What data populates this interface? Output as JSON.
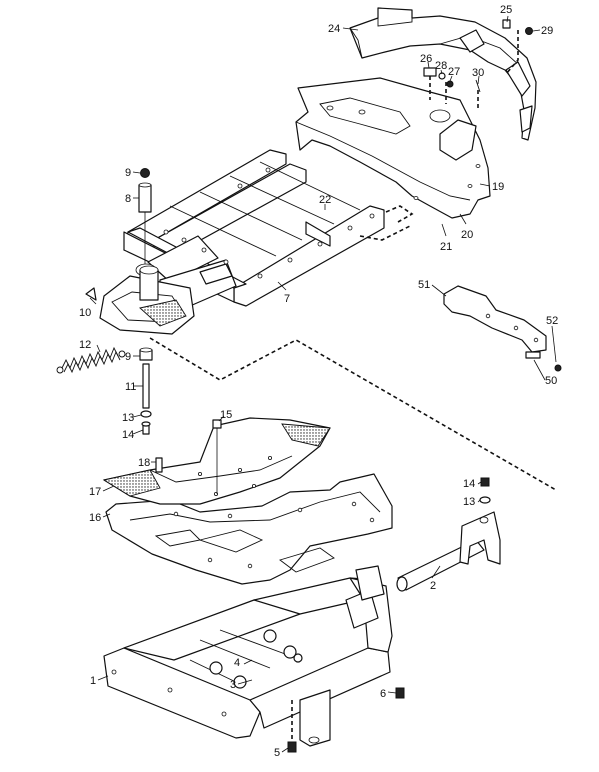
{
  "diagram": {
    "callouts": [
      {
        "id": "c24",
        "label": "24"
      },
      {
        "id": "c25",
        "label": "25"
      },
      {
        "id": "c29",
        "label": "29"
      },
      {
        "id": "c26",
        "label": "26"
      },
      {
        "id": "c28",
        "label": "28"
      },
      {
        "id": "c27",
        "label": "27"
      },
      {
        "id": "c30",
        "label": "30"
      },
      {
        "id": "c19",
        "label": "19"
      },
      {
        "id": "c20",
        "label": "20"
      },
      {
        "id": "c21",
        "label": "21"
      },
      {
        "id": "c22",
        "label": "22"
      },
      {
        "id": "c9a",
        "label": "9"
      },
      {
        "id": "c8",
        "label": "8"
      },
      {
        "id": "c7",
        "label": "7"
      },
      {
        "id": "c10",
        "label": "10"
      },
      {
        "id": "c12",
        "label": "12"
      },
      {
        "id": "c9b",
        "label": "9"
      },
      {
        "id": "c11",
        "label": "11"
      },
      {
        "id": "c13a",
        "label": "13"
      },
      {
        "id": "c14a",
        "label": "14"
      },
      {
        "id": "c51",
        "label": "51"
      },
      {
        "id": "c52",
        "label": "52"
      },
      {
        "id": "c50",
        "label": "50"
      },
      {
        "id": "c15",
        "label": "15"
      },
      {
        "id": "c18",
        "label": "18"
      },
      {
        "id": "c17",
        "label": "17"
      },
      {
        "id": "c16",
        "label": "16"
      },
      {
        "id": "c14b",
        "label": "14"
      },
      {
        "id": "c13b",
        "label": "13"
      },
      {
        "id": "c2",
        "label": "2"
      },
      {
        "id": "c4",
        "label": "4"
      },
      {
        "id": "c3",
        "label": "3"
      },
      {
        "id": "c1",
        "label": "1"
      },
      {
        "id": "c6",
        "label": "6"
      },
      {
        "id": "c5",
        "label": "5"
      }
    ]
  }
}
